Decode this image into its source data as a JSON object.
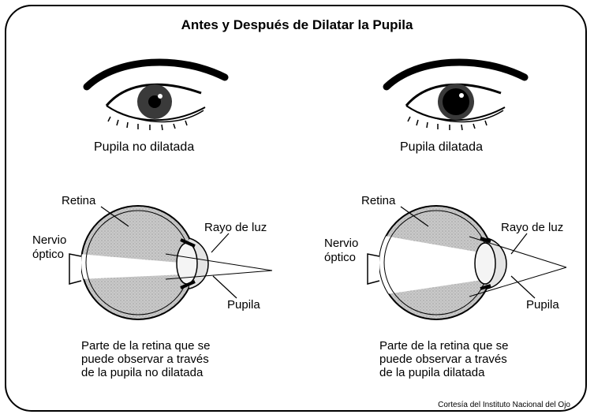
{
  "title": "Antes y Después de Dilatar la Pupila",
  "left": {
    "eye_label": "Pupila no dilatada",
    "retina": "Retina",
    "nervio": [
      "Nervio",
      "óptico"
    ],
    "rayo": "Rayo de luz",
    "pupila": "Pupila",
    "caption": [
      "Parte de la retina que se",
      "puede observar a través",
      "de la pupila no dilatada"
    ]
  },
  "right": {
    "eye_label": "Pupila dilatada",
    "retina": "Retina",
    "nervio": [
      "Nervio",
      "óptico"
    ],
    "rayo": "Rayo de luz",
    "pupila": "Pupila",
    "caption": [
      "Parte de la retina que se",
      "puede observar a través",
      "de la pupila dilatada"
    ]
  },
  "credit": "Cortesía del Instituto Nacional del Ojo"
}
